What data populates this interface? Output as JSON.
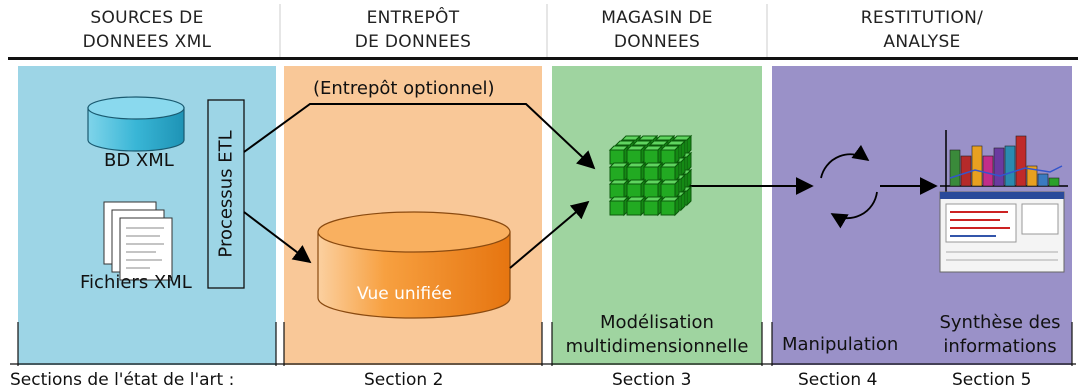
{
  "headers": {
    "sources": [
      "SOURCES DE",
      "DONNEES XML"
    ],
    "entrepot": [
      "ENTREPÔT",
      "DE DONNEES"
    ],
    "magasin": [
      "MAGASIN DE",
      "DONNEES"
    ],
    "restitution": [
      "RESTITUTION/",
      "ANALYSE"
    ]
  },
  "colors": {
    "sources_bg": "#9dd5e6",
    "entrepot_bg": "#f9c898",
    "magasin_bg": "#9fd4a0",
    "restitution_bg": "#9a91c8",
    "cylinder_blue": "#39b6d6",
    "cylinder_orange": "#f08a1c",
    "cube_green": "#22aa22"
  },
  "labels": {
    "bd_xml": "BD XML",
    "fichiers_xml": "Fichiers XML",
    "etl": "Processus ETL",
    "optional": "(Entrepôt optionnel)",
    "unified_view": "Vue unifiée",
    "modelisation": [
      "Modélisation",
      "multidimensionnelle"
    ],
    "manipulation": "Manipulation",
    "synthese": [
      "Synthèse des",
      "informations"
    ]
  },
  "footer": {
    "intro": "Sections de l'état de l'art :",
    "s2": "Section 2",
    "s3": "Section 3",
    "s4": "Section 4",
    "s5": "Section 5"
  }
}
